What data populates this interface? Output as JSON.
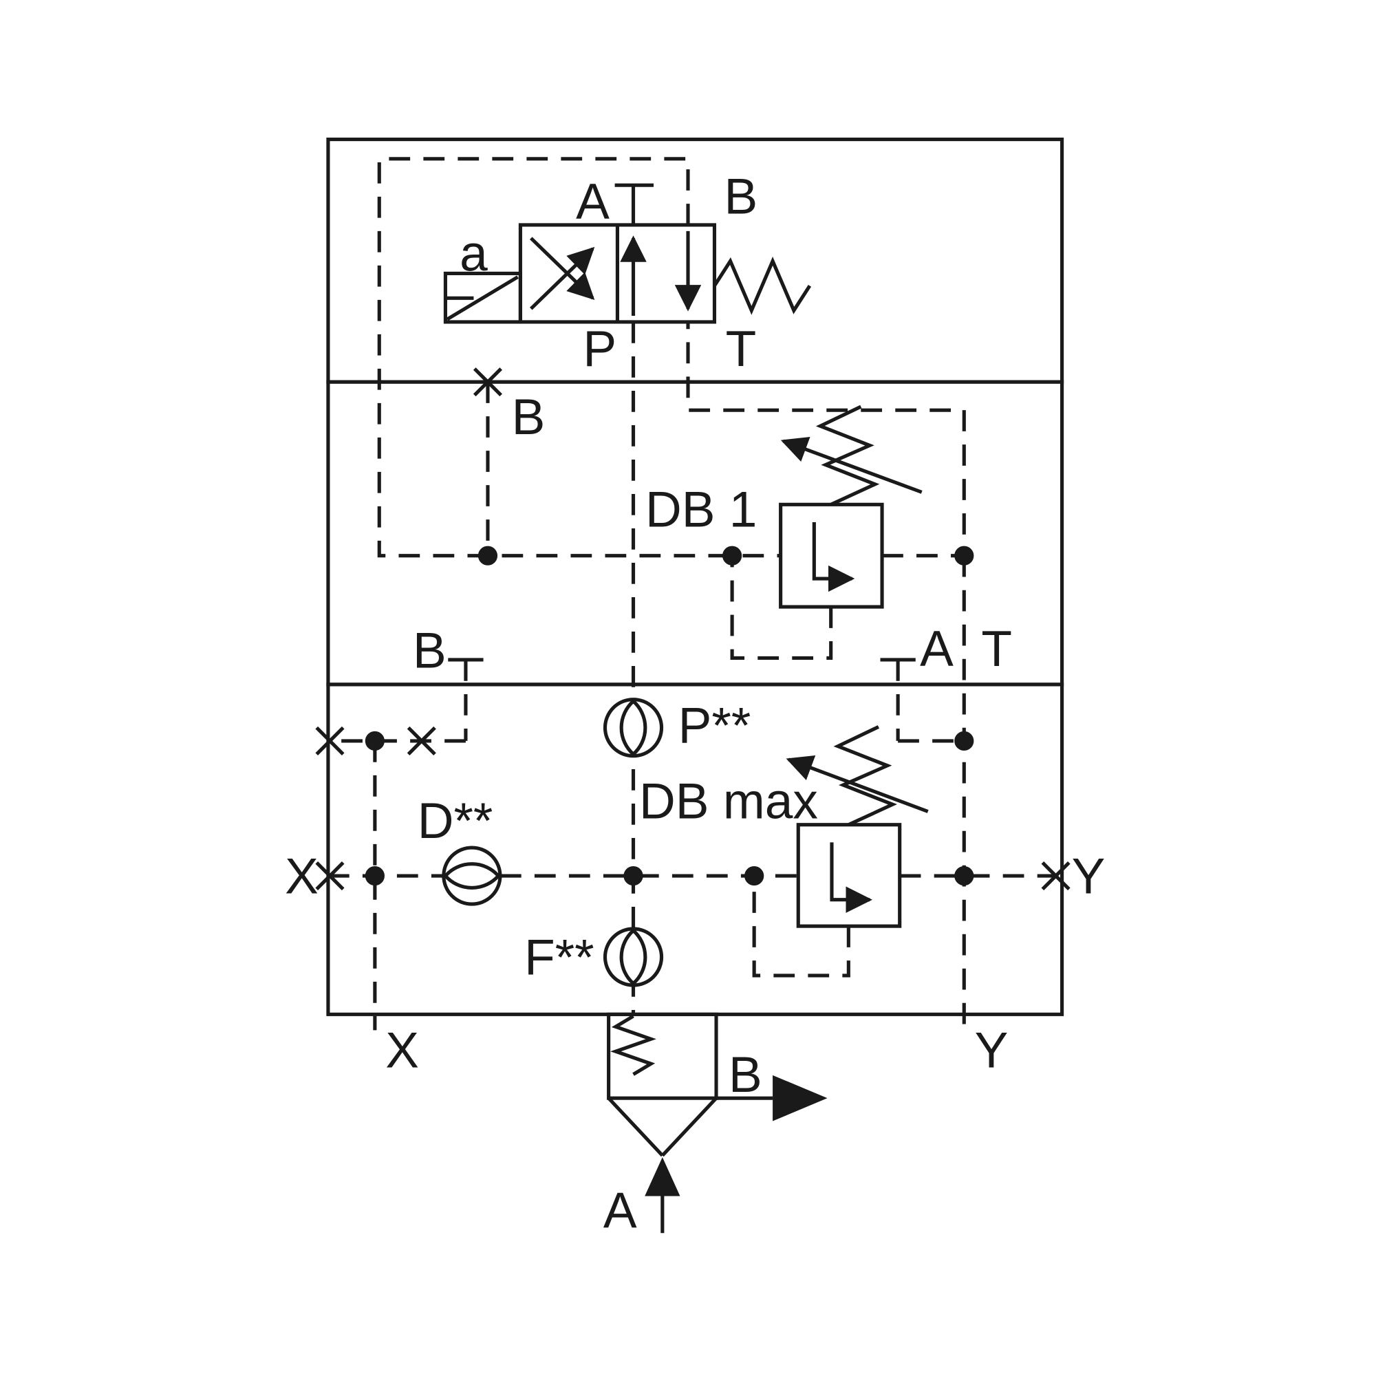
{
  "colors": {
    "line": "#1a1a1a",
    "background": "#ffffff"
  },
  "pilot_valve": {
    "solenoid_label": "a",
    "port_a": "A",
    "port_b": "B",
    "port_p": "P",
    "port_t": "T"
  },
  "pilot_section": {
    "plug_label": "B",
    "relief_label": "DB 1"
  },
  "main_section": {
    "port_b": "B",
    "port_a": "A",
    "port_t": "T",
    "gauge_p": "P**",
    "gauge_d": "D**",
    "gauge_f": "F**",
    "relief_label": "DB max",
    "port_x_left": "X",
    "port_y_right": "Y",
    "port_x_bottom": "X",
    "port_y_bottom": "Y"
  },
  "main_valve": {
    "port_b": "B",
    "port_a": "A"
  }
}
